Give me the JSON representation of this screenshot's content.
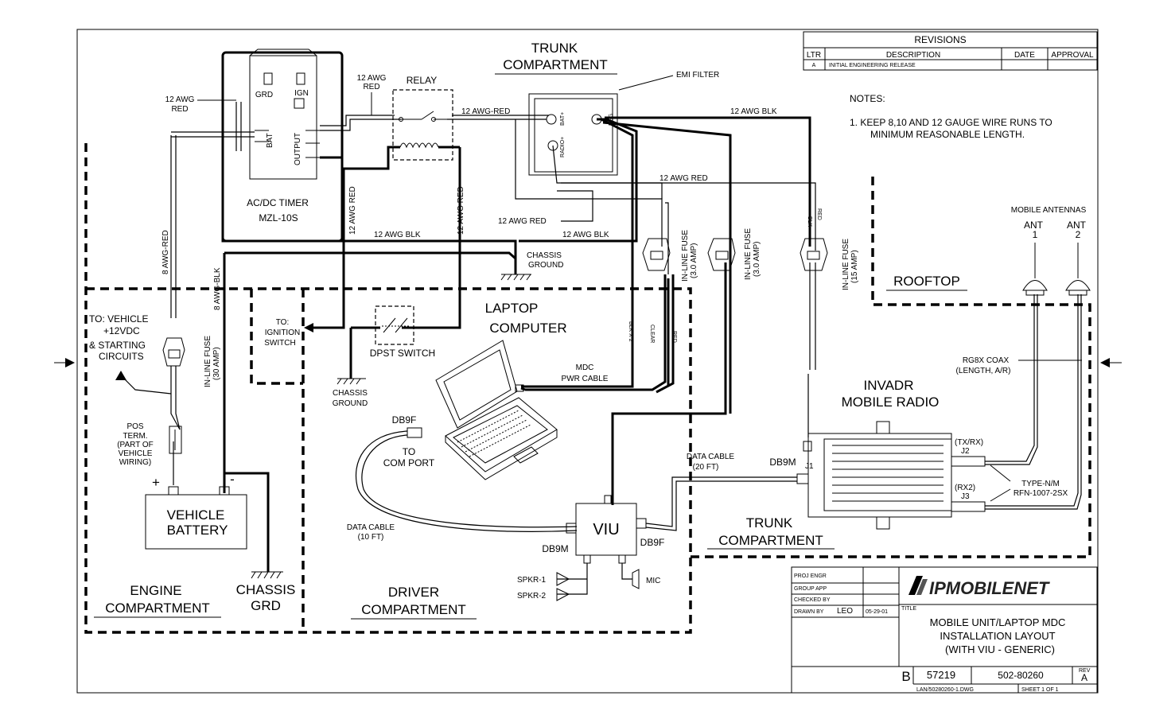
{
  "title_block": {
    "logo": "IPMOBILENET",
    "title_label": "TITLE",
    "title_line1": "MOBILE UNIT/LAPTOP MDC",
    "title_line2": "INSTALLATION LAYOUT",
    "title_line3": "(WITH VIU - GENERIC)",
    "size": "B",
    "code": "57219",
    "dwg_no": "502-80260",
    "rev_label": "REV",
    "rev": "A",
    "file": "LAN/50280260-1.DWG",
    "sheet": "SHEET 1 OF 1",
    "rows": [
      {
        "label": "PROJ ENGR",
        "value": "",
        "date": ""
      },
      {
        "label": "GROUP APP",
        "value": "",
        "date": ""
      },
      {
        "label": "CHECKED BY",
        "value": "",
        "date": ""
      },
      {
        "label": "DRAWN BY",
        "value": "LEO",
        "date": "05-29-01"
      }
    ]
  },
  "revisions": {
    "title": "REVISIONS",
    "headers": [
      "LTR",
      "DESCRIPTION",
      "DATE",
      "APPROVAL"
    ],
    "rows": [
      [
        "A",
        "INITIAL ENGINEERING RELEASE",
        "",
        ""
      ]
    ]
  },
  "notes": {
    "title": "NOTES:",
    "items": [
      "1.  KEEP 8,10 AND 12 GAUGE WIRE RUNS TO",
      "MINIMUM REASONABLE LENGTH."
    ]
  },
  "zones": {
    "trunk_top": [
      "TRUNK",
      "COMPARTMENT"
    ],
    "rooftop": "ROOFTOP",
    "engine": [
      "ENGINE",
      "COMPARTMENT"
    ],
    "driver": [
      "DRIVER",
      "COMPARTMENT"
    ],
    "trunk_bottom": [
      "TRUNK",
      "COMPARTMENT"
    ]
  },
  "components": {
    "timer": [
      "AC/DC TIMER",
      "MZL-10S"
    ],
    "timer_grd": "GRD",
    "timer_ign": "IGN",
    "timer_bat": "BAT",
    "timer_output": "OUTPUT",
    "relay": "RELAY",
    "emi_filter": "EMI FILTER",
    "emi_bat": "BAT+",
    "emi_neg": "NEG",
    "emi_radio": "RADIO+",
    "laptop": [
      "LAPTOP",
      "COMPUTER"
    ],
    "dpst": "DPST SWITCH",
    "viu": "VIU",
    "battery": [
      "VEHICLE",
      "BATTERY"
    ],
    "radio": [
      "INVADR",
      "MOBILE RADIO"
    ],
    "mobile_antennas": "MOBILE ANTENNAS",
    "ant1": [
      "ANT",
      "1"
    ],
    "ant2": [
      "ANT",
      "2"
    ],
    "chassis_grd": [
      "CHASSIS",
      "GRD"
    ],
    "chassis_ground1": [
      "CHASSIS",
      "GROUND"
    ],
    "chassis_ground2": [
      "CHASSIS",
      "GROUND"
    ],
    "to_ignition": [
      "TO:",
      "IGNITION",
      "SWITCH"
    ],
    "to_vehicle": [
      "TO: VEHICLE",
      "+12VDC",
      "& STARTING",
      "CIRCUITS"
    ],
    "pos_term": [
      "POS",
      "TERM.",
      "(PART OF",
      "VEHICLE",
      "WIRING)"
    ],
    "plus": "+",
    "minus": "-",
    "spkr1": "SPKR-1",
    "spkr2": "SPKR-2",
    "mic": "MIC"
  },
  "wire_labels": {
    "awg12_red_a": [
      "12 AWG",
      "RED"
    ],
    "awg12_red_b": [
      "12 AWG",
      "RED"
    ],
    "awg12_red_relay": "12 AWG-RED",
    "awg12_blk_top": "12 AWG BLK",
    "awg12_red_mid": "12 AWG RED",
    "awg12_red_low": "12 AWG RED",
    "awg12_blk_low1": "12 AWG BLK",
    "awg12_blk_low2": "12 AWG BLK",
    "awg12_red_v1": "12 AWG RED",
    "awg12_red_v2": "12 AWG RED",
    "awg8_red": "8 AWG-RED",
    "awg8_blk": "8 AWG-BLK",
    "fuse30": [
      "IN-LINE FUSE",
      "(30 AMP)"
    ],
    "fuse3a": [
      "IN-LINE FUSE",
      "(3.0 AMP)"
    ],
    "fuse3b": [
      "IN-LINE FUSE",
      "(3.0 AMP)"
    ],
    "fuse15": [
      "IN-LINE FUSE",
      "(15 AMP)"
    ],
    "blk": "BLK",
    "red": "RED",
    "blk_x2": "BLK X 2",
    "clear": "CLEAR",
    "red2": "RED",
    "mdc_pwr": [
      "MDC",
      "PWR CABLE"
    ],
    "db9f_a": "DB9F",
    "to_com": [
      "TO",
      "COM PORT"
    ],
    "data_cable_10": [
      "DATA CABLE",
      "(10 FT)"
    ],
    "db9m_a": "DB9M",
    "db9f_b": "DB9F",
    "data_cable_20": [
      "DATA CABLE",
      "(20 FT)"
    ],
    "db9m_b": "DB9M",
    "j1": "J1",
    "tx_rx": "(TX/RX)",
    "j2": "J2",
    "rx2": "(RX2)",
    "j3": "J3",
    "type_nm": [
      "TYPE-N/M",
      "RFN-1007-2SX"
    ],
    "rg8x": [
      "RG8X COAX",
      "(LENGTH, A/R)"
    ]
  }
}
